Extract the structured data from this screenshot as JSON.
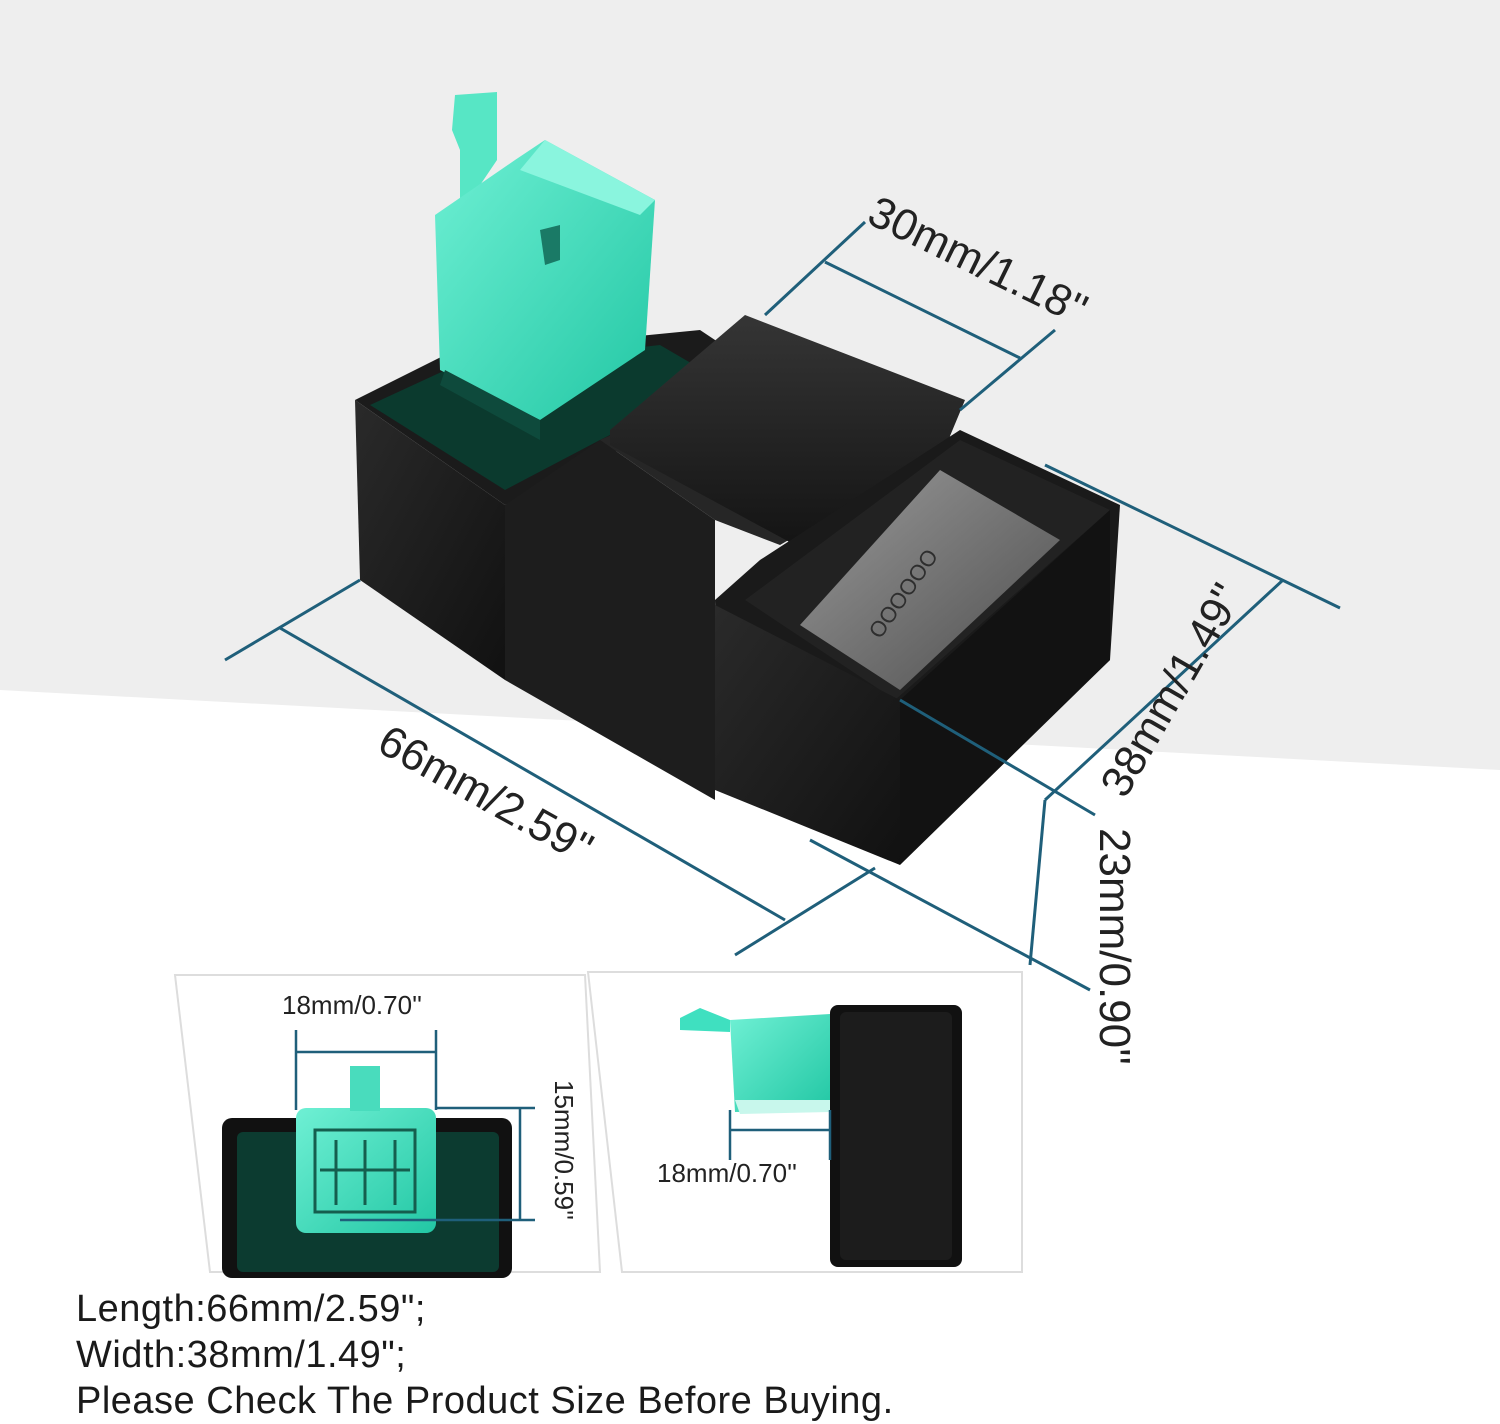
{
  "dimensions": {
    "depth": "30mm/1.18''",
    "length": "66mm/2.59''",
    "width": "38mm/1.49''",
    "height": "23mm/0.90''",
    "plug_width_front": "18mm/0.70''",
    "plug_height_front": "15mm/0.59''",
    "plug_depth_side": "18mm/0.70''"
  },
  "notes": {
    "length": "Length:66mm/2.59\";",
    "width": "Width:38mm/1.49\";",
    "advice": "Please Check The Product Size Before Buying."
  },
  "colors": {
    "accent_line": "#1f5f7a",
    "connector": "#3fe0c0",
    "body": "#1c1c1c"
  }
}
